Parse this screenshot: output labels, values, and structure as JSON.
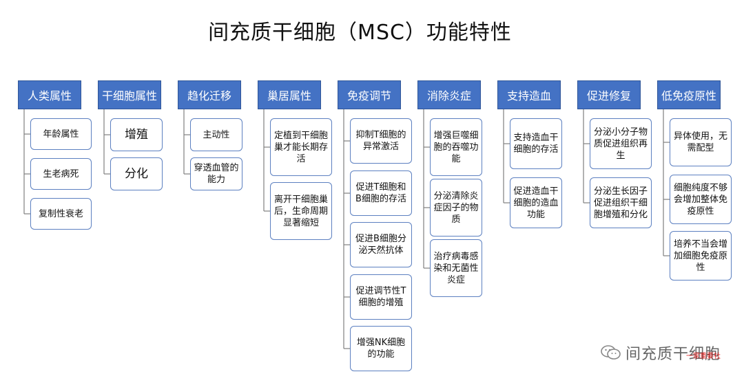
{
  "title": "间充质干细胞（MSC）功能特性",
  "watermark": {
    "text": "间充质干细胞",
    "sub": "一家重要社"
  },
  "categories": [
    {
      "title": "人类属性",
      "children": [
        "年龄属性",
        "生老病死",
        "复制性衰老"
      ]
    },
    {
      "title": "干细胞属性",
      "children": [
        "增殖",
        "分化"
      ]
    },
    {
      "title": "趋化迁移",
      "children": [
        "主动性",
        "穿透血管的能力"
      ]
    },
    {
      "title": "巢居属性",
      "children": [
        "定植到干细胞巢才能长期存活",
        "离开干细胞巢后，生命周期显著缩短"
      ]
    },
    {
      "title": "免疫调节",
      "children": [
        "抑制T细胞的异常激活",
        "促进T细胞和B细胞的存活",
        "促进B细胞分泌天然抗体",
        "促进调节性T细胞的增殖",
        "增强NK细胞的功能"
      ]
    },
    {
      "title": "消除炎症",
      "children": [
        "增强巨噬细胞的吞噬功能",
        "分泌清除炎症因子的物质",
        "治疗病毒感染和无菌性炎症"
      ]
    },
    {
      "title": "支持造血",
      "children": [
        "支持造血干细胞的存活",
        "促进造血干细胞的造血功能"
      ]
    },
    {
      "title": "促进修复",
      "children": [
        "分泌小分子物质促进组织再生",
        "分泌生长因子促进组织干细胞增殖和分化"
      ]
    },
    {
      "title": "低免疫原性",
      "children": [
        "异体使用，无需配型",
        "细胞纯度不够会增加整体免疫原性",
        "培养不当会增加细胞免疫原性"
      ]
    }
  ]
}
